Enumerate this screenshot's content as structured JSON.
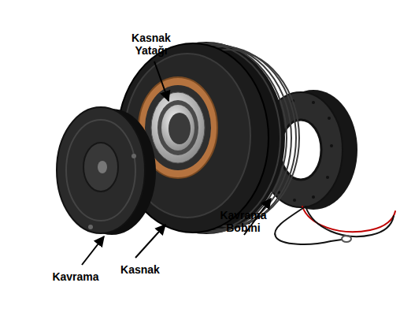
{
  "diagram": {
    "labels": [
      "Kasnak Yatağı",
      "Kavrama",
      "Kasnak",
      "Kavrama Bobini"
    ]
  }
}
